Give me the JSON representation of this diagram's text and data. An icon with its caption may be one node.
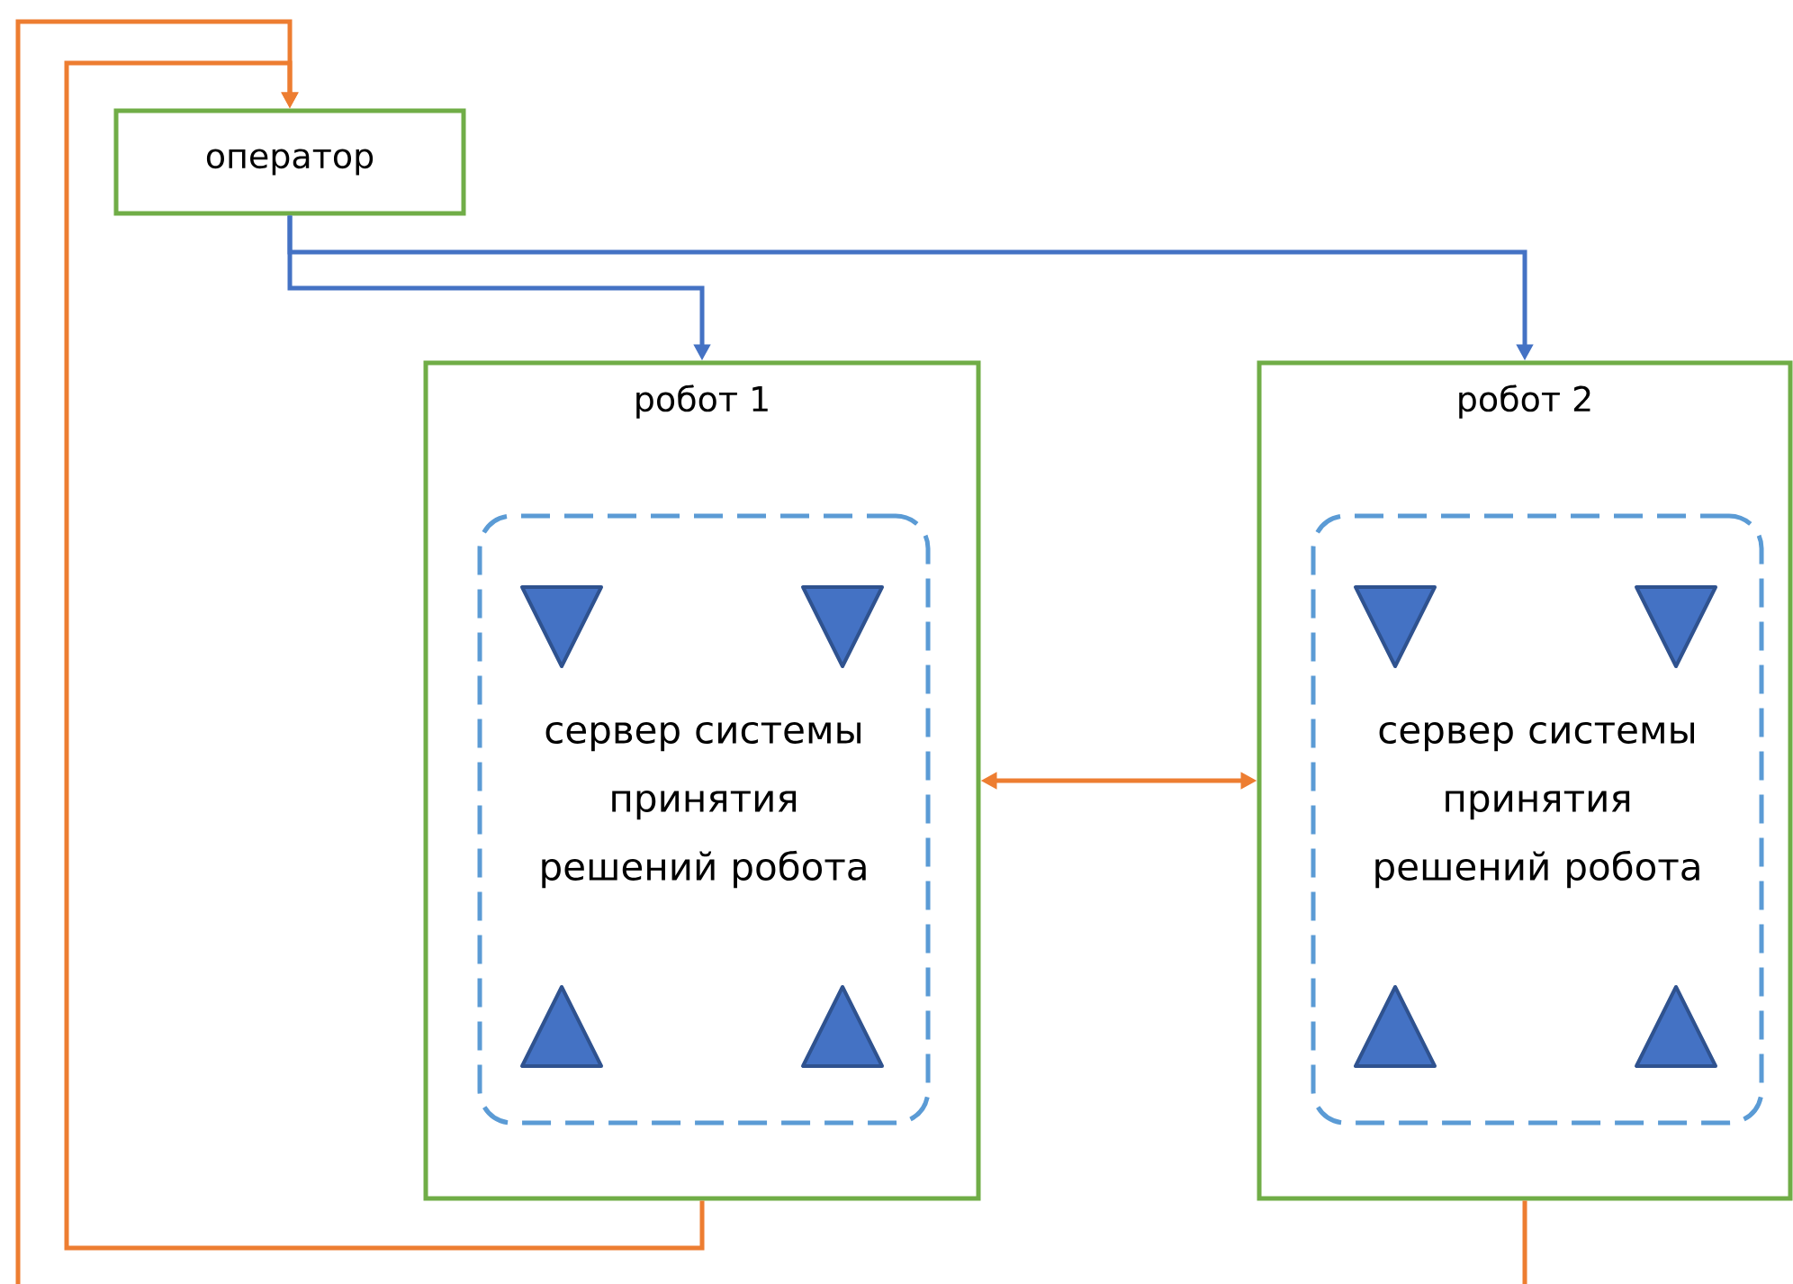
{
  "diagram": {
    "nodes": [
      {
        "text": [
          "оператор"
        ]
      },
      {
        "text": [
          "робот 1"
        ]
      },
      {
        "text": [
          "сервер системы принятия решений робота"
        ],
        "in": 1
      },
      {
        "text": [
          "робот 2"
        ]
      },
      {
        "text": [
          "сервер системы принятия решений робота"
        ],
        "in": 3
      }
    ],
    "edges": [
      {
        "from": 0,
        "to": 1,
        "arrow": "to",
        "color": "#4472c4"
      },
      {
        "from": 0,
        "to": 3,
        "arrow": "to",
        "color": "#4472c4"
      },
      {
        "from": 1,
        "to": 3,
        "arrow": "both"
      },
      {
        "from": 1,
        "to": 0,
        "arrow": "to"
      },
      {
        "from": 3,
        "to": null,
        "arrow": "none"
      },
      {
        "from": null,
        "to": 0,
        "arrow": "to"
      }
    ]
  }
}
